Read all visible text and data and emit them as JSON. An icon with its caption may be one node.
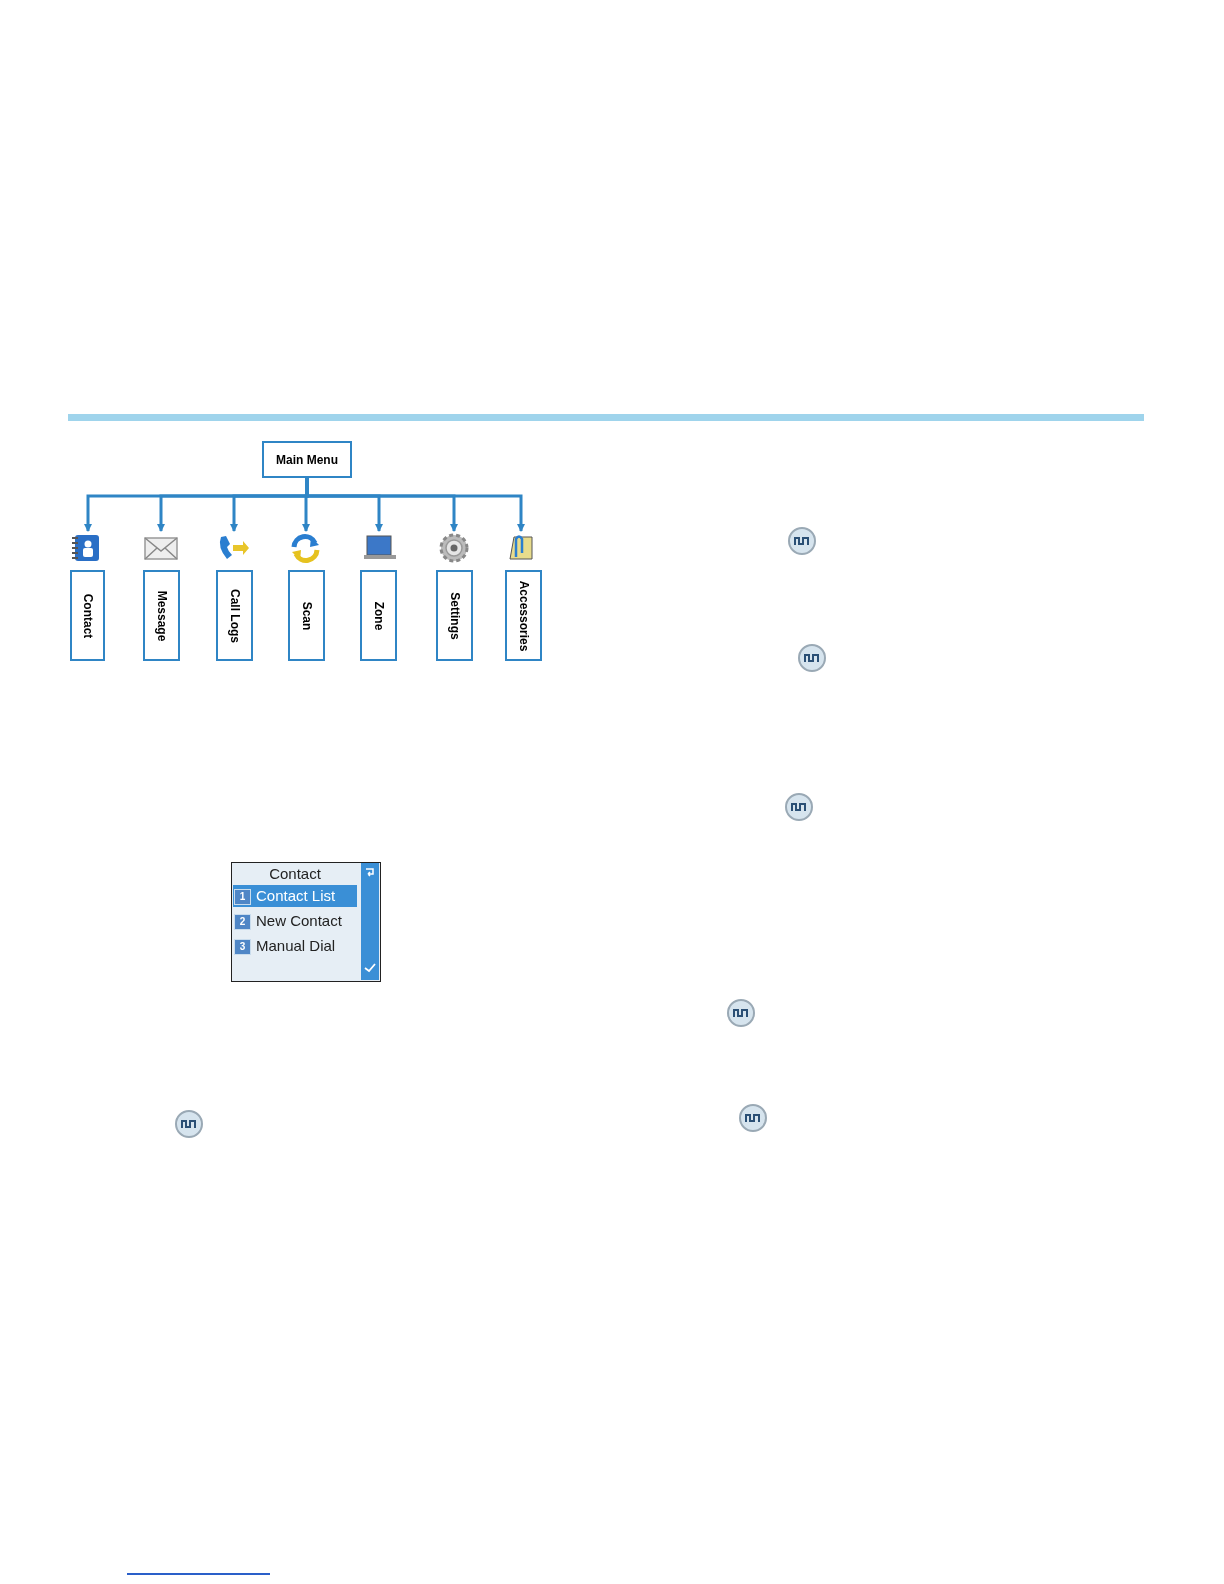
{
  "diagram": {
    "nodes": [
      {
        "text": [
          "Main Menu"
        ]
      },
      {
        "text": [
          "Contact"
        ]
      },
      {
        "text": [
          "Message"
        ]
      },
      {
        "text": [
          "Call Logs"
        ]
      },
      {
        "text": [
          "Scan"
        ]
      },
      {
        "text": [
          "Zone"
        ]
      },
      {
        "text": [
          "Settings"
        ]
      },
      {
        "text": [
          "Accessories"
        ]
      }
    ],
    "edges": [
      {
        "from": 0,
        "to": 1,
        "arrow": "to"
      },
      {
        "from": 0,
        "to": 2,
        "arrow": "to"
      },
      {
        "from": 0,
        "to": 3,
        "arrow": "to"
      },
      {
        "from": 0,
        "to": 4,
        "arrow": "to"
      },
      {
        "from": 0,
        "to": 5,
        "arrow": "to"
      },
      {
        "from": 0,
        "to": 6,
        "arrow": "to"
      },
      {
        "from": 0,
        "to": 7,
        "arrow": "to"
      }
    ],
    "labels": [
      "Contact",
      "1",
      "Contact List",
      "2",
      "New Contact",
      "3",
      "Manual Dial"
    ]
  }
}
